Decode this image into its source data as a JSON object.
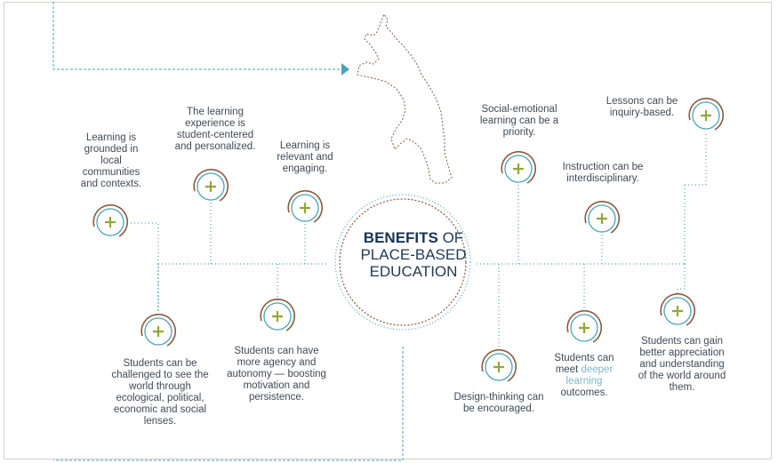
{
  "center": {
    "title_bold": "BENEFITS",
    "title_rest": " OF",
    "line2": "PLACE-BASED",
    "line3": "EDUCATION"
  },
  "benefits": {
    "grounded": "Learning is grounded in local communities and contexts.",
    "student_centered": "The learning experience is student-centered and personalized.",
    "relevant": "Learning is relevant and engaging.",
    "social_emotional": "Social-emotional learning can be a priority.",
    "interdisciplinary": "Instruction can be interdisciplinary.",
    "inquiry": "Lessons can be inquiry-based.",
    "lenses": "Students can be challenged to see the world through ecological, political, economic and social lenses.",
    "agency": "Students can have more agency and autonomy — boosting motivation and persistence.",
    "design_thinking": "Design-thinking can be encouraged.",
    "deeper_pre": "Students can meet ",
    "deeper_hl": "deeper learning",
    "deeper_post": " outcomes.",
    "appreciation": "Students can gain better appreciation and understanding of the world around them."
  },
  "colors": {
    "ring_brown": "#8a5a3c",
    "ring_teal": "#4aa3bd",
    "plus_green": "#8fa83a",
    "connector": "#4aa3bd",
    "text": "#3f4a56",
    "highlight": "#7fb5c9"
  },
  "icons": {
    "benefit_marker": "plus-circle-icon",
    "figure": "breakdancer-silhouette",
    "arrow": "arrow-right-icon"
  }
}
